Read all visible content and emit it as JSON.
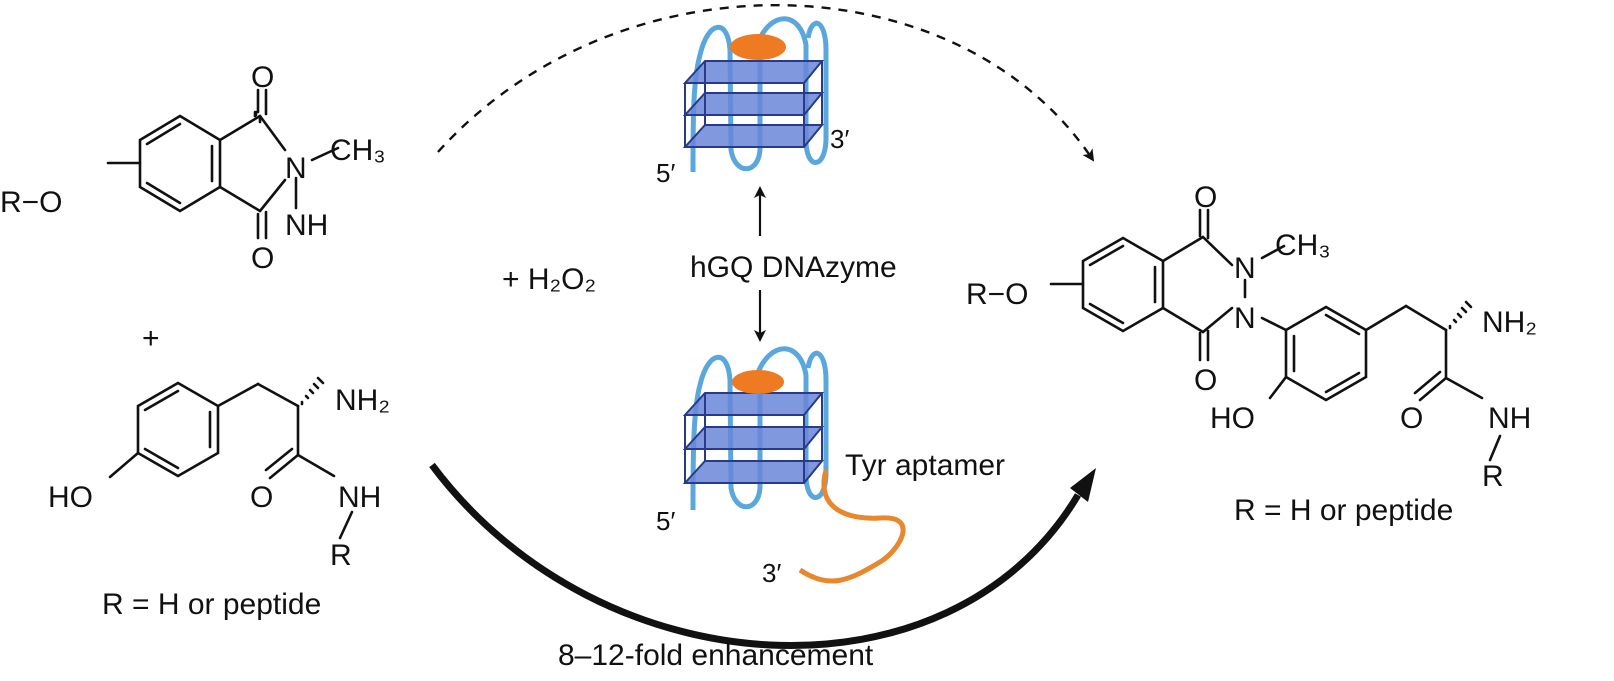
{
  "reactants": {
    "luminol": {
      "atoms": {
        "r_o": "R−O",
        "o_top": "O",
        "o_bottom": "O",
        "n_methyl": "N",
        "ch3": "CH₃",
        "nh": "NH"
      }
    },
    "plus": "+",
    "tyrosine": {
      "atoms": {
        "ho": "HO",
        "nh2": "NH₂",
        "o": "O",
        "nh": "NH",
        "r": "R"
      },
      "caption": "R = H or peptide"
    }
  },
  "reagent": "+  H₂O₂",
  "catalyst": {
    "label": "hGQ DNAzyme",
    "top_structure": {
      "five_prime": "5′",
      "three_prime": "3′"
    },
    "bottom_structure": {
      "five_prime": "5′",
      "three_prime": "3′",
      "aptamer_label": "Tyr aptamer"
    }
  },
  "enhancement_label": "8–12-fold enhancement",
  "product": {
    "atoms": {
      "r_o": "R−O",
      "o_top": "O",
      "o_bottom": "O",
      "n_methyl": "N",
      "n_aryl": "N",
      "ch3": "CH₃",
      "ho": "HO",
      "nh2": "NH₂",
      "o": "O",
      "nh": "NH",
      "r": "R"
    },
    "caption": "R = H or peptide"
  },
  "colors": {
    "dna_strand": "#5aa7dc",
    "g_quartet": "#6a86d8",
    "g_quartet_edge": "#2a3a8a",
    "hemin": "#ee7a22",
    "aptamer": "#e7882f",
    "ink": "#111111"
  }
}
